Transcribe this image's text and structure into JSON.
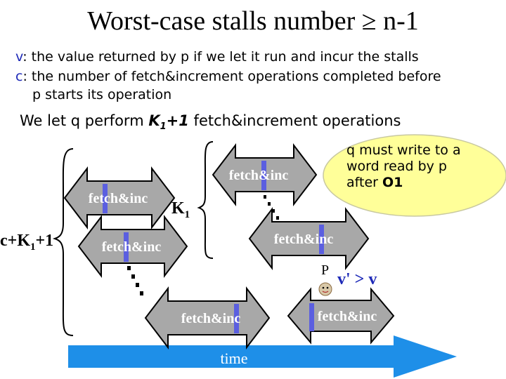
{
  "title": "Worst-case stalls number ≥ n-1",
  "definitions": [
    {
      "var": "v",
      "text": ": the value returned by p if we let it run and incur the stalls"
    },
    {
      "var": "c",
      "text": ": the number of fetch&increment operations completed before"
    },
    {
      "var": "",
      "text": "p starts its operation"
    }
  ],
  "q_perform": {
    "prefix": "We let q perform ",
    "term": "K",
    "sub": "1",
    "suffix_bold": "+1",
    "rest": " fetch&increment operations"
  },
  "callout": {
    "line1": "q must write to a",
    "line2": "word read by p",
    "line3_prefix": "after ",
    "line3_bold": "O1"
  },
  "labels": {
    "k1": "K",
    "k1_sub": "1",
    "c_k1": "c+K",
    "c_k1_sub": "1",
    "c_k1_suffix": "+1",
    "p": "P",
    "vprime": "v' > v",
    "time": "time"
  },
  "ops": [
    {
      "label": "fetch&inc"
    },
    {
      "label": "fetch&inc"
    },
    {
      "label": "fetch&inc"
    },
    {
      "label": "fetch&inc"
    },
    {
      "label": "fetch&inc"
    },
    {
      "label": "fetch&inc"
    }
  ],
  "colors": {
    "arrow_fill": "#a8a8a8",
    "bar": "#5b5fe0",
    "time_arrow": "#1e8fe8",
    "callout_fill": "#ffff99",
    "definition_var": "#1e2ab8"
  }
}
